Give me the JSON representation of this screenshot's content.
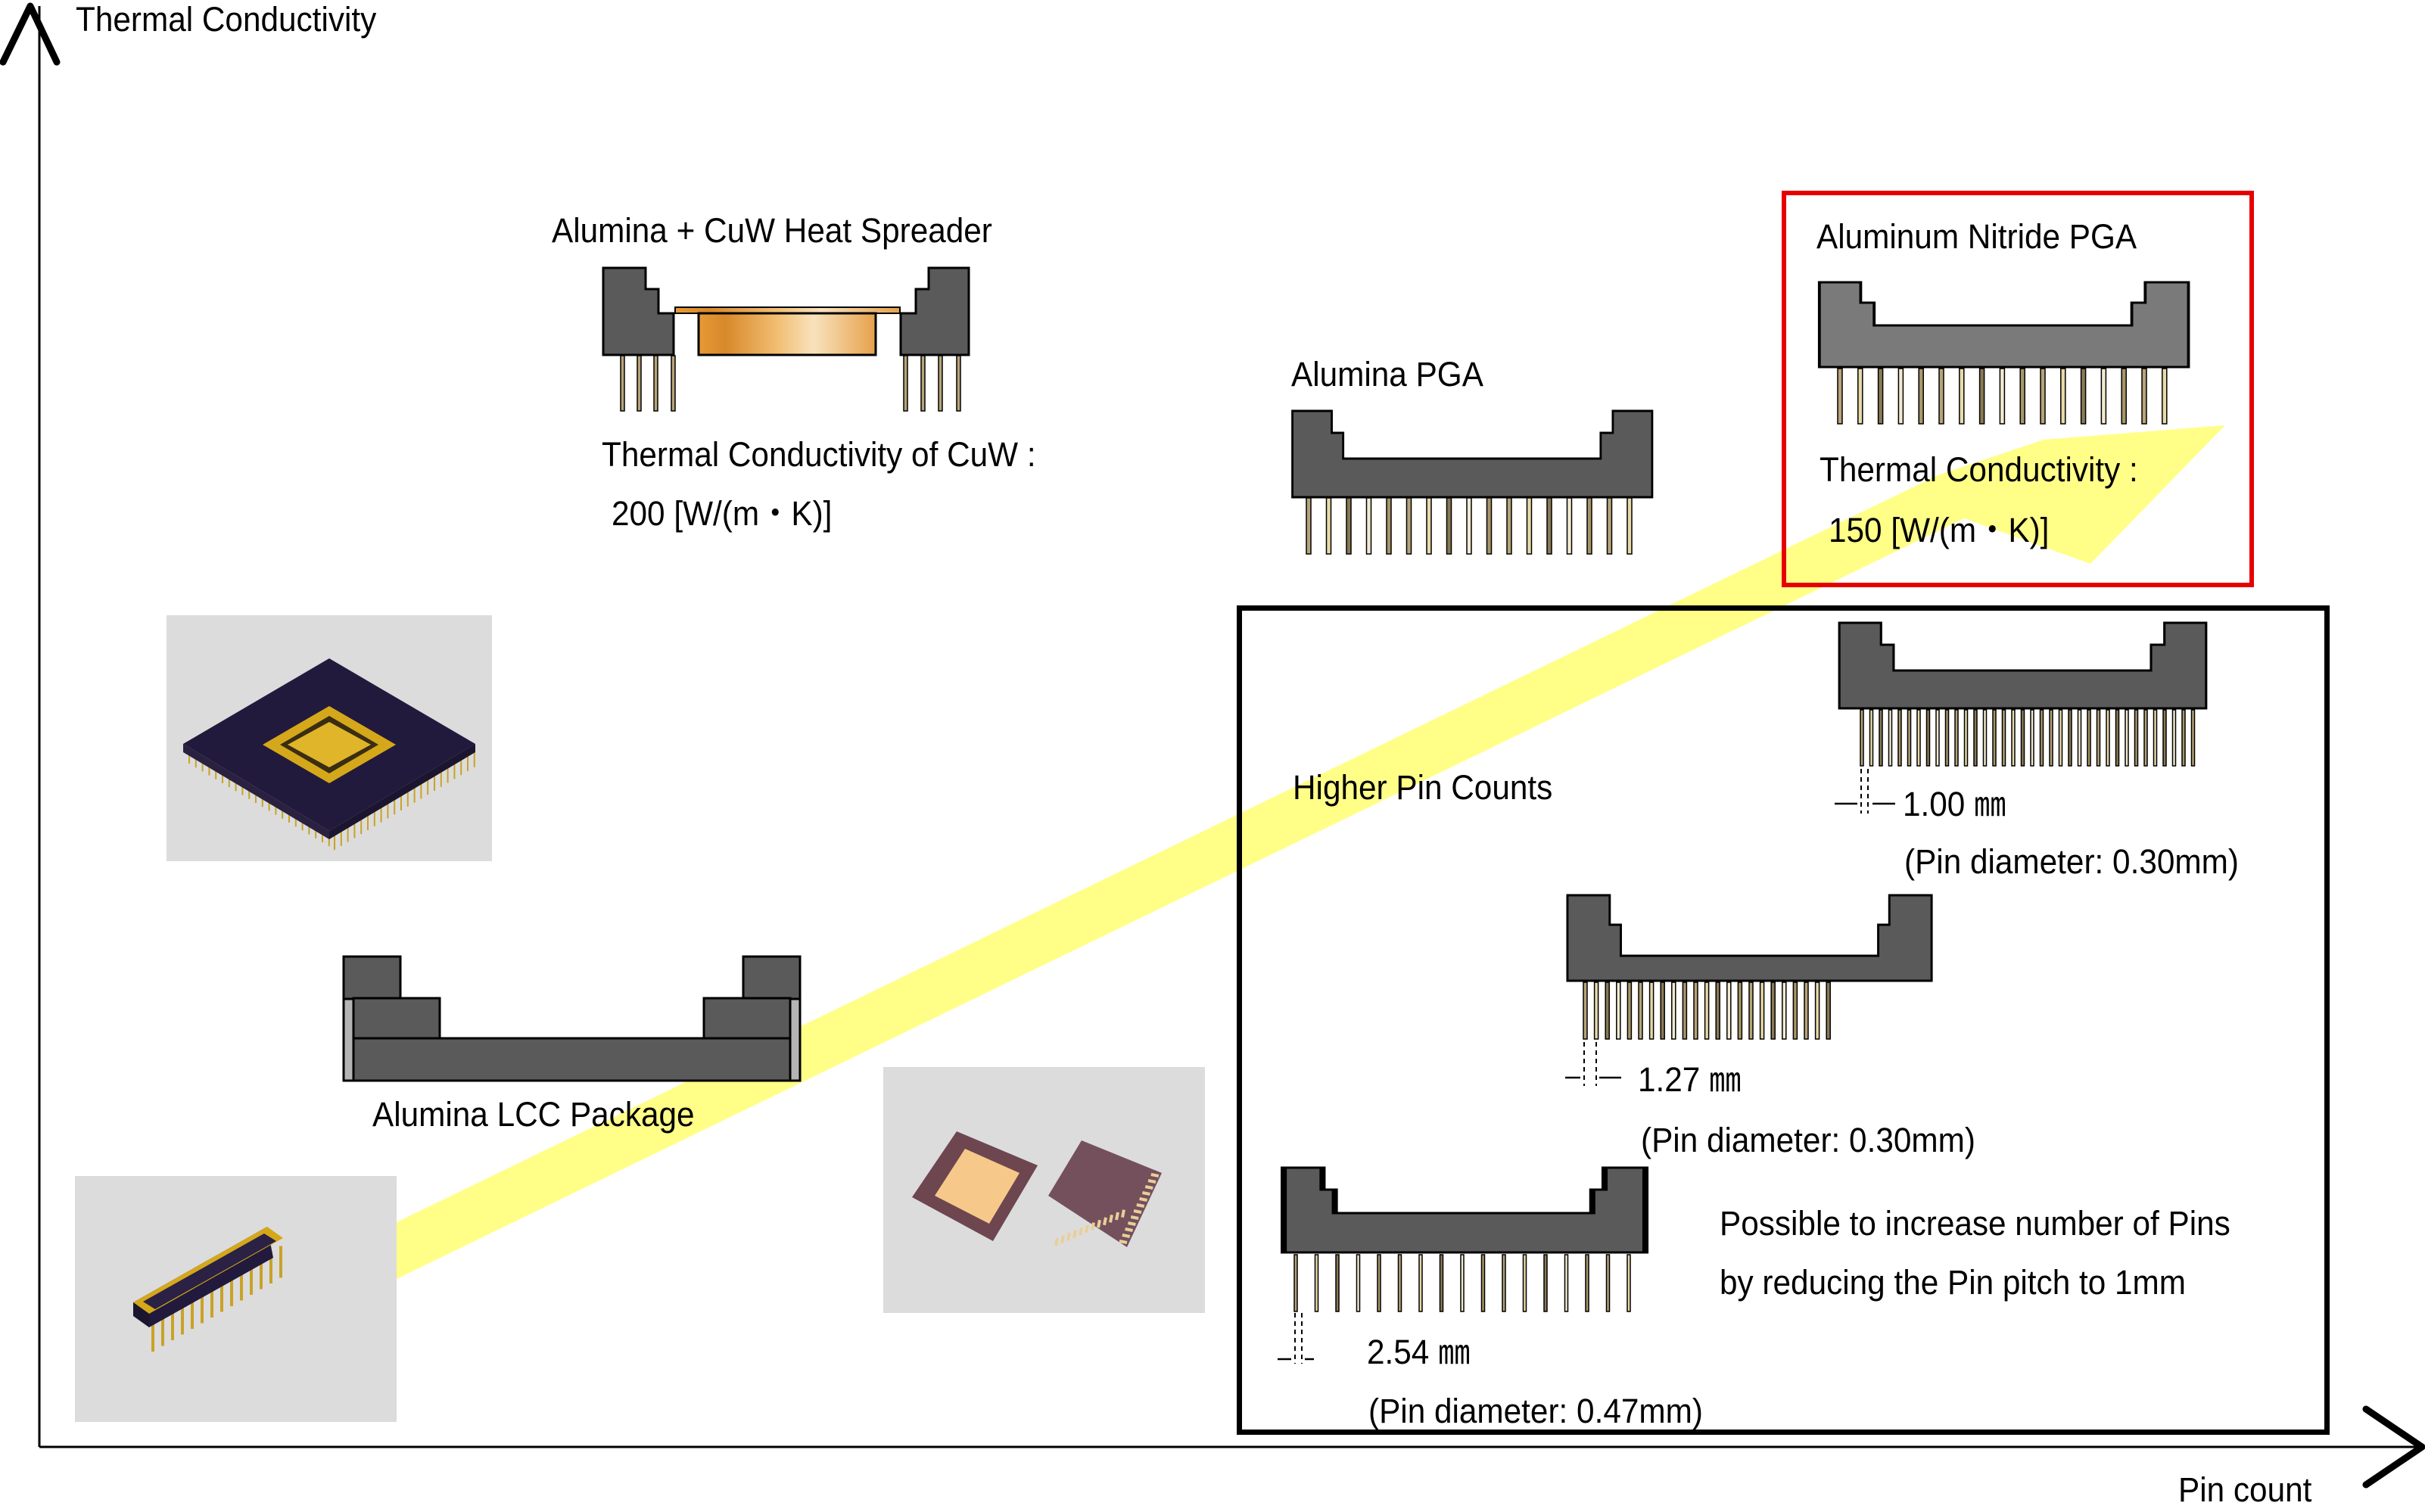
{
  "axes": {
    "y_label": "Thermal Conductivity",
    "x_label": "Pin count"
  },
  "colors": {
    "arrow_trend": "#ffff88",
    "highlight_box": "#e60000",
    "group_box": "#000000",
    "ceramic_dark": "#5a5a5a",
    "aln_body": "#7a7a7a",
    "cuw_copper": "#e8a24a",
    "pin_gold": "#b8a47a",
    "photo_bg": "#dcdcdc"
  },
  "packages": {
    "cuw": {
      "title": "Alumina + CuW Heat Spreader",
      "note_line1": "Thermal Conductivity of CuW :",
      "note_line2": "200 [W/(m・K)]"
    },
    "alumina_pga": {
      "title": "Alumina PGA"
    },
    "aln_pga": {
      "title": "Aluminum Nitride PGA",
      "note_line1": "Thermal Conductivity :",
      "note_line2": "150 [W/(m・K)]"
    },
    "lcc": {
      "title": "Alumina LCC Package"
    }
  },
  "higher_pins": {
    "title": "Higher Pin Counts",
    "variants": [
      {
        "pitch": "1.00 ㎜",
        "diameter": "(Pin diameter: 0.30mm)"
      },
      {
        "pitch": "1.27 ㎜",
        "diameter": "(Pin diameter: 0.30mm)"
      },
      {
        "pitch": "2.54 ㎜",
        "diameter": "(Pin diameter: 0.47mm)"
      }
    ],
    "note_line1": "Possible to increase number of Pins",
    "note_line2": "by reducing the Pin pitch to 1mm"
  },
  "photos": [
    {
      "name": "pga-photo",
      "subject": "PGA package 3D render"
    },
    {
      "name": "dip-photo",
      "subject": "Side-brazed DIP package 3D render"
    },
    {
      "name": "lcc-photo",
      "subject": "LCC packages 3D render"
    }
  ]
}
